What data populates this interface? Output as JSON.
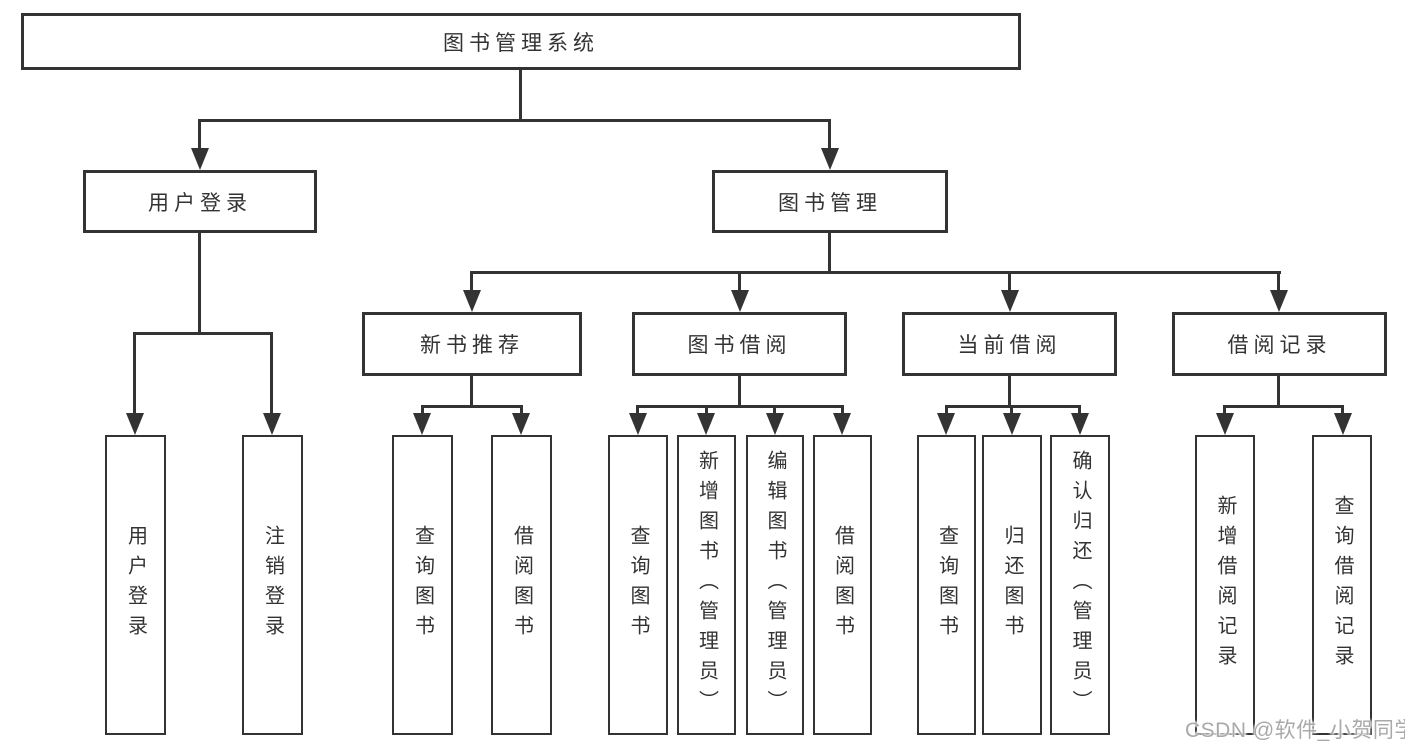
{
  "diagram": {
    "root": {
      "label": "图书管理系统"
    },
    "level2": [
      {
        "id": "user-login",
        "label": "用户登录"
      },
      {
        "id": "book-management",
        "label": "图书管理"
      }
    ],
    "level3": [
      {
        "id": "new-book-recommend",
        "label": "新书推荐"
      },
      {
        "id": "book-borrow",
        "label": "图书借阅"
      },
      {
        "id": "current-borrow",
        "label": "当前借阅"
      },
      {
        "id": "borrow-records",
        "label": "借阅记录"
      }
    ],
    "leaves": [
      {
        "id": "user-login-leaf",
        "label": "用户登录"
      },
      {
        "id": "logout",
        "label": "注销登录"
      },
      {
        "id": "nb-query-book",
        "label": "查询图书"
      },
      {
        "id": "nb-borrow-book",
        "label": "借阅图书"
      },
      {
        "id": "bb-query-book",
        "label": "查询图书"
      },
      {
        "id": "bb-add-book-admin",
        "label": "新增图书（管理员）"
      },
      {
        "id": "bb-edit-book-admin",
        "label": "编辑图书（管理员）"
      },
      {
        "id": "bb-borrow-book",
        "label": "借阅图书"
      },
      {
        "id": "cb-query-book",
        "label": "查询图书"
      },
      {
        "id": "cb-return-book",
        "label": "归还图书"
      },
      {
        "id": "cb-confirm-return-admin",
        "label": "确认归还（管理员）"
      },
      {
        "id": "br-add-record",
        "label": "新增借阅记录"
      },
      {
        "id": "br-query-record",
        "label": "查询借阅记录"
      }
    ],
    "watermark": {
      "label": "CSDN @软件_小贺同学"
    },
    "colors": {
      "line": "#333333",
      "box_background": "#ffffff",
      "text": "#333333",
      "watermark": "#a9a9a9"
    }
  }
}
